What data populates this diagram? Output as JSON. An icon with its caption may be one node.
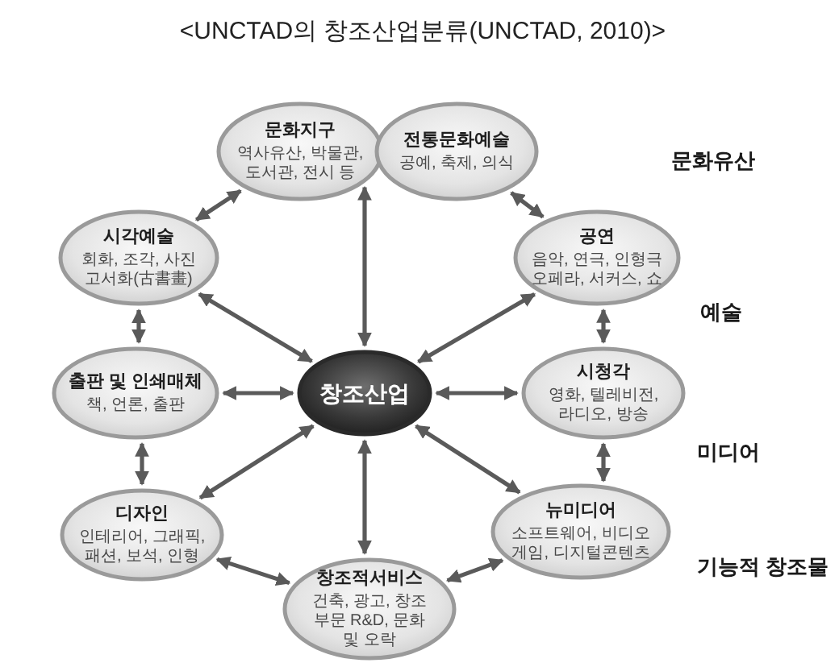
{
  "diagram": {
    "title": "<UNCTAD의 창조산업분류(UNCTAD, 2010)>",
    "nodes": [
      {
        "text": [
          "문화지구",
          "역사유산, 박물관, 도서관, 전시 등"
        ]
      },
      {
        "text": [
          "전통문화예술",
          "공예, 축제, 의식"
        ]
      },
      {
        "text": [
          "시각예술",
          "회화, 조각, 사진 고서화(古書畫)"
        ]
      },
      {
        "text": [
          "공연",
          "음악, 연극, 인형극 오페라, 서커스, 쇼"
        ]
      },
      {
        "text": [
          "출판 및 인쇄매체",
          "책, 언론, 출판"
        ]
      },
      {
        "text": [
          "창조산업"
        ]
      },
      {
        "text": [
          "시청각",
          "영화, 텔레비전, 라디오, 방송"
        ]
      },
      {
        "text": [
          "디자인",
          "인테리어, 그래픽, 패션, 보석, 인형"
        ]
      },
      {
        "text": [
          "뉴미디어",
          "소프트웨어, 비디오 게임, 디지털콘텐츠"
        ]
      },
      {
        "text": [
          "창조적서비스",
          "건축, 광고, 창조 부문 R&D, 문화 및 오락"
        ]
      }
    ],
    "edges": [
      {
        "from": 5,
        "to": 0,
        "arrow": "both"
      },
      {
        "from": 5,
        "to": 3,
        "arrow": "both"
      },
      {
        "from": 5,
        "to": 6,
        "arrow": "both"
      },
      {
        "from": 5,
        "to": 8,
        "arrow": "both"
      },
      {
        "from": 5,
        "to": 9,
        "arrow": "both"
      },
      {
        "from": 5,
        "to": 7,
        "arrow": "both"
      },
      {
        "from": 5,
        "to": 4,
        "arrow": "both"
      },
      {
        "from": 5,
        "to": 2,
        "arrow": "both"
      },
      {
        "from": 0,
        "to": 2,
        "arrow": "both"
      },
      {
        "from": 1,
        "to": 3,
        "arrow": "both"
      },
      {
        "from": 3,
        "to": 6,
        "arrow": "both"
      },
      {
        "from": 6,
        "to": 8,
        "arrow": "both"
      },
      {
        "from": 8,
        "to": 9,
        "arrow": "both"
      },
      {
        "from": 9,
        "to": 7,
        "arrow": "both"
      },
      {
        "from": 7,
        "to": 4,
        "arrow": "both"
      },
      {
        "from": 4,
        "to": 2,
        "arrow": "both"
      }
    ],
    "labels": [
      "문화유산",
      "예술",
      "미디어",
      "기능적 창조물"
    ]
  }
}
